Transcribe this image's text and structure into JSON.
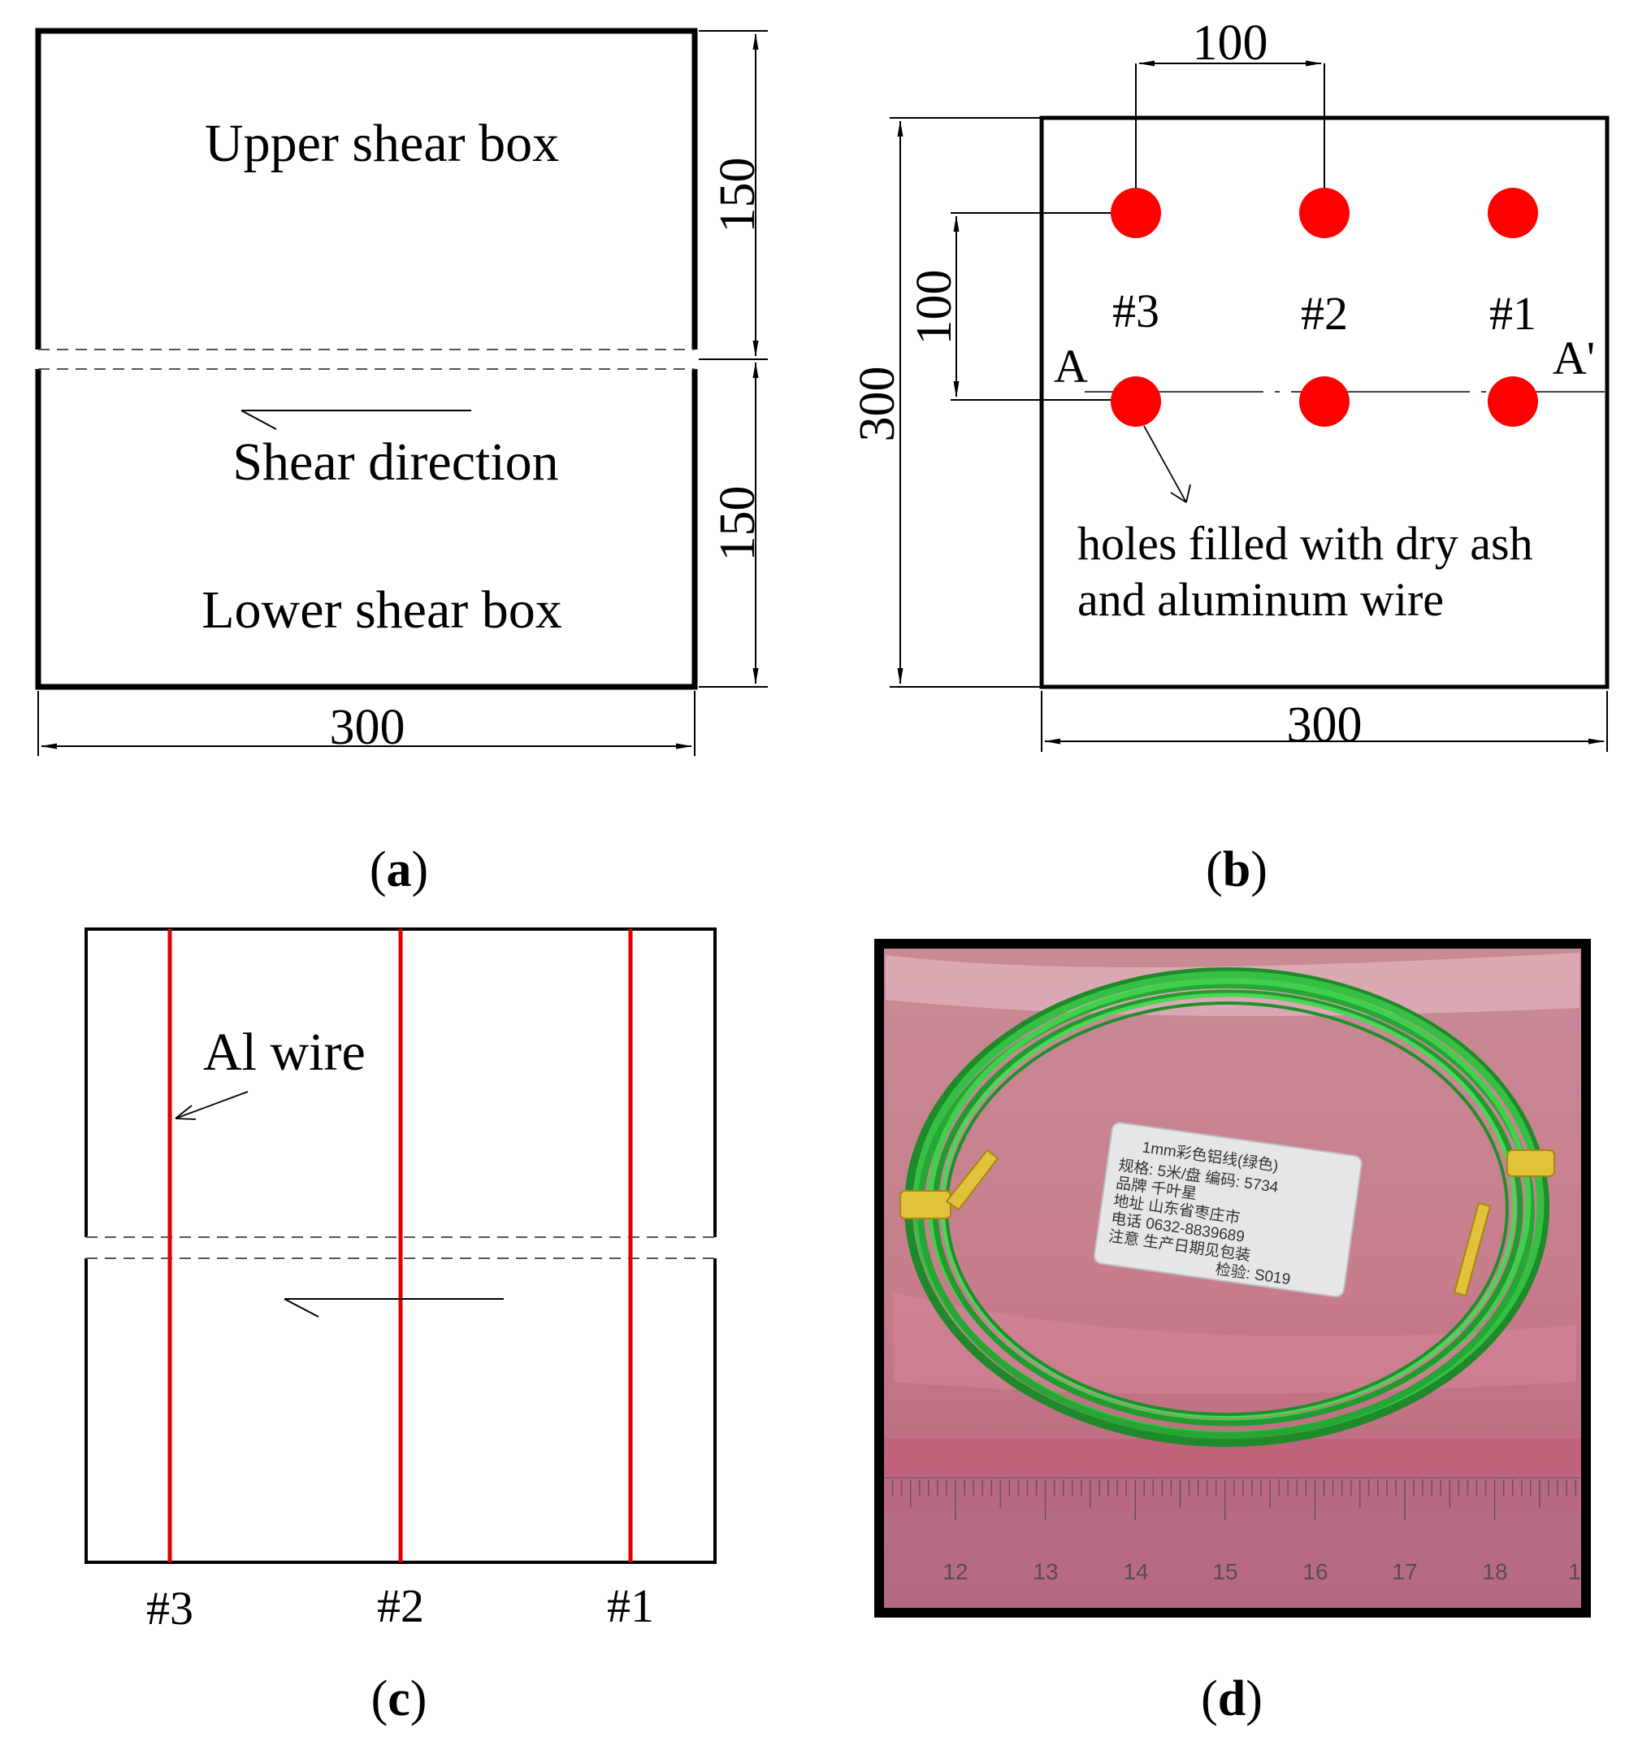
{
  "panel_a": {
    "upper_label": "Upper shear box",
    "shear_direction": "Shear direction",
    "lower_label": "Lower shear box",
    "dim_upper": "150",
    "dim_lower": "150",
    "dim_width": "300",
    "caption_open": "(",
    "caption_letter": "a",
    "caption_close": ")"
  },
  "panel_b": {
    "dim_top": "100",
    "dim_side": "100",
    "dim_height": "300",
    "dim_width": "300",
    "hole_labels": [
      "#3",
      "#2",
      "#1"
    ],
    "section_left": "A",
    "section_right": "A'",
    "note_line1": "holes filled with dry ash",
    "note_line2": "and aluminum wire",
    "hole_color": "#ff0000",
    "caption_open": "(",
    "caption_letter": "b",
    "caption_close": ")"
  },
  "panel_c": {
    "wire_label": "Al wire",
    "wire_labels": [
      "#3",
      "#2",
      "#1"
    ],
    "wire_color": "#e00000",
    "caption_open": "(",
    "caption_letter": "c",
    "caption_close": ")"
  },
  "panel_d": {
    "tag_lines": [
      "1mm彩色铝线(绿色)",
      "规格: 5米/盘  编码: 5734",
      "品牌  千叶星",
      "地址  山东省枣庄市",
      "电话  0632-8839689",
      "注意  生产日期见包装",
      "检验: S019"
    ],
    "ruler_ticks": [
      "12",
      "13",
      "14",
      "15",
      "16",
      "17",
      "18",
      "1"
    ],
    "wire_color": "#2fb83a",
    "caption_open": "(",
    "caption_letter": "d",
    "caption_close": ")"
  }
}
